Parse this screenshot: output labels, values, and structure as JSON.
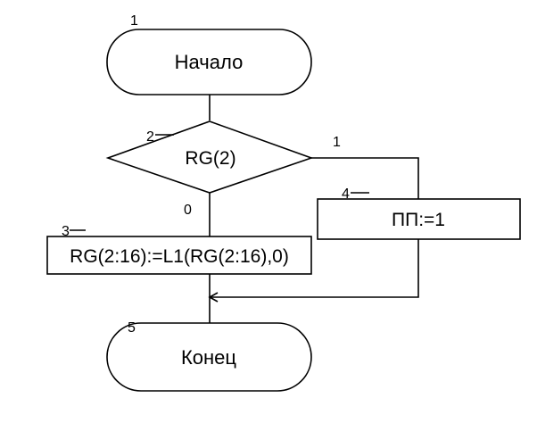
{
  "diagram": {
    "start": {
      "number": "1",
      "label": "Начало"
    },
    "decision": {
      "number": "2",
      "label": "RG(2)",
      "branch_true": "1",
      "branch_false": "0"
    },
    "shift_block": {
      "number": "3",
      "label": "RG(2:16):=L1(RG(2:16),0)"
    },
    "flag_block": {
      "number": "4",
      "label": "ПП:=1"
    },
    "end": {
      "number": "5",
      "label": "Конец"
    }
  },
  "colors": {
    "stroke": "#000000",
    "background": "#ffffff"
  }
}
